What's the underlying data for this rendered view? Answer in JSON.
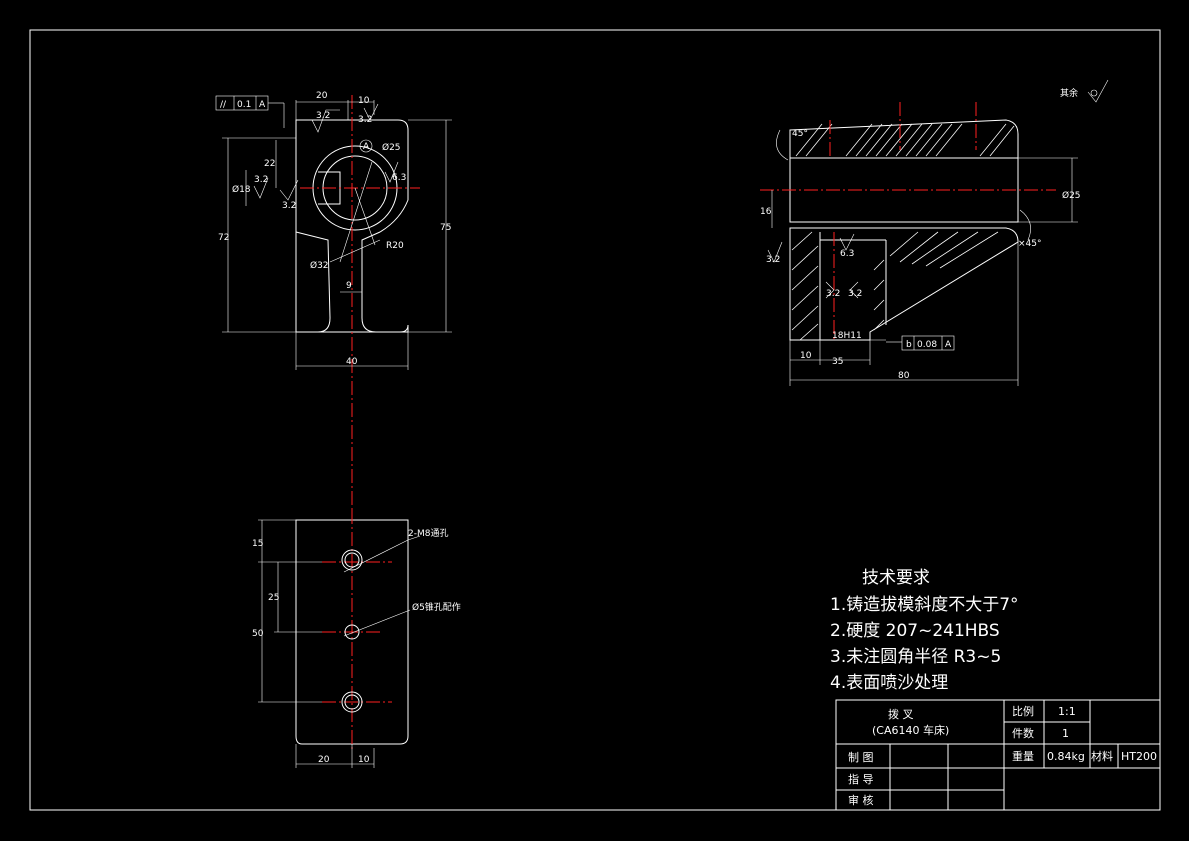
{
  "dimensions": {
    "front_top_20": "20",
    "front_top_10": "10",
    "front_height_72": "72",
    "front_height_75": "75",
    "front_width_40": "40",
    "front_22": "22",
    "front_dia18": "Ø18",
    "front_dia25": "Ø25",
    "front_r20": "R20",
    "front_dia32": "Ø32",
    "front_9": "9",
    "rough_32_a": "3.2",
    "rough_32_b": "3.2",
    "rough_32_c": "3.2",
    "rough_32_d": "3.2",
    "rough_63_a": "6.3",
    "datum_a_circle": "A",
    "side_45": "45°",
    "side_dia25": "Ø25",
    "side_16": "16",
    "side_32": "3.2",
    "side_63": "6.3",
    "side_32b": "3.2",
    "side_32c": "3.2",
    "side_18h11": "18H11",
    "side_10": "10",
    "side_35": "35",
    "side_80": "80",
    "side_chamfer": "×45°",
    "bottom_15": "15",
    "bottom_25": "25",
    "bottom_50": "50",
    "bottom_20": "20",
    "bottom_10": "10",
    "bottom_note_m8": "2-M8通孔",
    "bottom_note_pin": "Ø5锥孔配作"
  },
  "tolerance_frames": {
    "parallel": {
      "symbol": "//",
      "value": "0.1",
      "datum": "A"
    },
    "perp": {
      "symbol": "b",
      "value": "0.08",
      "datum": "A"
    }
  },
  "surface_note": "其余",
  "tech_requirements": {
    "title": "技术要求",
    "items": [
      "1.铸造拔模斜度不大于7°",
      "2.硬度 207~241HBS",
      "3.未注圆角半径 R3~5",
      "4.表面喷沙处理"
    ]
  },
  "title_block": {
    "part_name": "拨    叉",
    "machine": "(CA6140  车床)",
    "scale_label": "比例",
    "scale_value": "1:1",
    "qty_label": "件数",
    "qty_value": "1",
    "weight_label": "重量",
    "weight_value": "0.84kg",
    "material_label": "材料",
    "material_value": "HT200",
    "drawn_by": "制 图",
    "instructor": "指 导",
    "reviewer": "审 核"
  },
  "colors": {
    "background": "#000000",
    "lines": "#ffffff",
    "centerlines": "#ff2020"
  }
}
